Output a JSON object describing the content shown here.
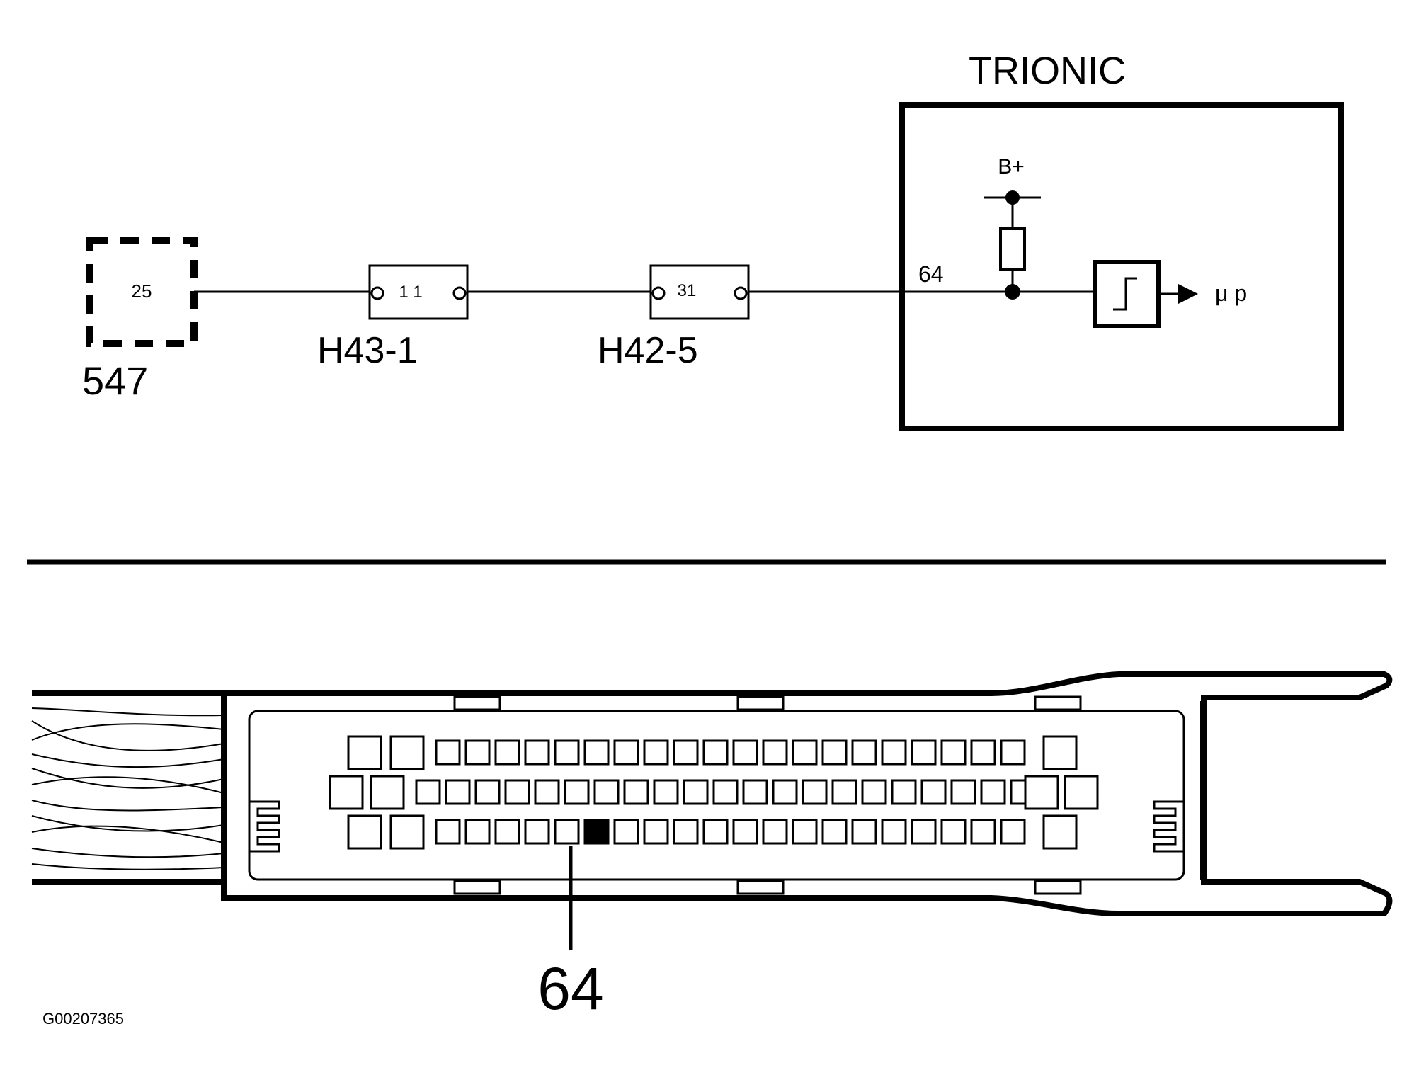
{
  "schematic": {
    "ecu_title": "TRIONIC",
    "component": {
      "id": "547",
      "pin": "25"
    },
    "connectors": [
      {
        "name": "H43-1",
        "pin": "1 1"
      },
      {
        "name": "H42-5",
        "pin": "31"
      }
    ],
    "ecu_pin": "64",
    "supply_label": "B+",
    "output_label": "μ p"
  },
  "connector_view": {
    "highlight_pin_label": "64",
    "highlight_pin_row": 3,
    "highlight_pin_col": 5
  },
  "figure_id": "G00207365"
}
